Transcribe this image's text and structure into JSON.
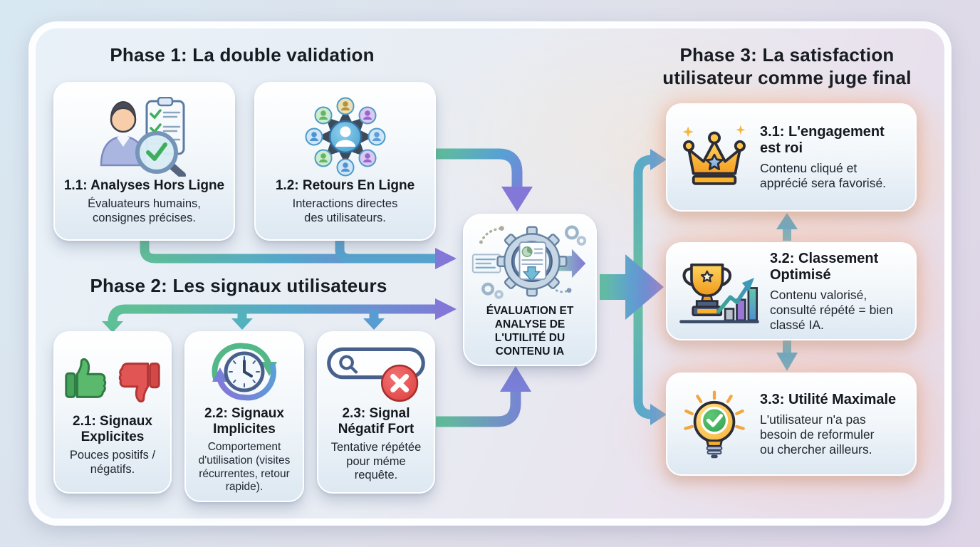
{
  "diagram": {
    "kind": "flowchart-infographic",
    "language": "fr"
  },
  "phase1": {
    "title": "Phase 1: La double validation",
    "cards": [
      {
        "id": "1.1",
        "title": "1.1: Analyses Hors Ligne",
        "body": "Évaluateurs humains,\nconsignes précises.",
        "icon": "reviewer-magnifier-icon"
      },
      {
        "id": "1.2",
        "title": "1.2: Retours En Ligne",
        "body": "Interactions directes\ndes utilisateurs.",
        "icon": "user-network-icon"
      }
    ]
  },
  "phase2": {
    "title": "Phase 2: Les signaux utilisateurs",
    "cards": [
      {
        "id": "2.1",
        "title": "2.1: Signaux\nExplicites",
        "body": "Pouces positifs /\nnégatifs.",
        "icon": "thumbs-up-down-icon"
      },
      {
        "id": "2.2",
        "title": "2.2: Signaux\nImplicites",
        "body": "Comportement\nd'utilisation (visites\nrécurrentes, retour\nrapide).",
        "icon": "clock-cycle-icon"
      },
      {
        "id": "2.3",
        "title": "2.3: Signal\nNégatif Fort",
        "body": "Tentative répétée\npour méme\nrequête.",
        "icon": "search-error-icon"
      }
    ]
  },
  "hub": {
    "label": "ÉVALUATION ET\nANALYSE DE\nL'UTILITÉ DU\nCONTENU IA",
    "icon": "gear-document-analysis-icon"
  },
  "phase3": {
    "title": "Phase 3: La satisfaction\nutilisateur comme juge final",
    "cards": [
      {
        "id": "3.1",
        "title": "3.1: L'engagement\nest roi",
        "body": "Contenu cliqué et\napprécié sera favorisé.",
        "icon": "crown-icon"
      },
      {
        "id": "3.2",
        "title": "3.2: Classement\nOptimisé",
        "body": "Contenu valorisé,\nconsulté répété = bien\nclassé IA.",
        "icon": "trophy-growth-icon"
      },
      {
        "id": "3.3",
        "title": "3.3: Utilité Maximale",
        "body": "L'utilisateur n'a pas\nbesoin de reformuler\nou chercher ailleurs.",
        "icon": "lightbulb-check-icon"
      }
    ]
  },
  "colors": {
    "arrow_green": "#5fbf97",
    "arrow_teal": "#55aecb",
    "arrow_blue": "#5b9ed6",
    "arrow_purple": "#8377d8"
  }
}
